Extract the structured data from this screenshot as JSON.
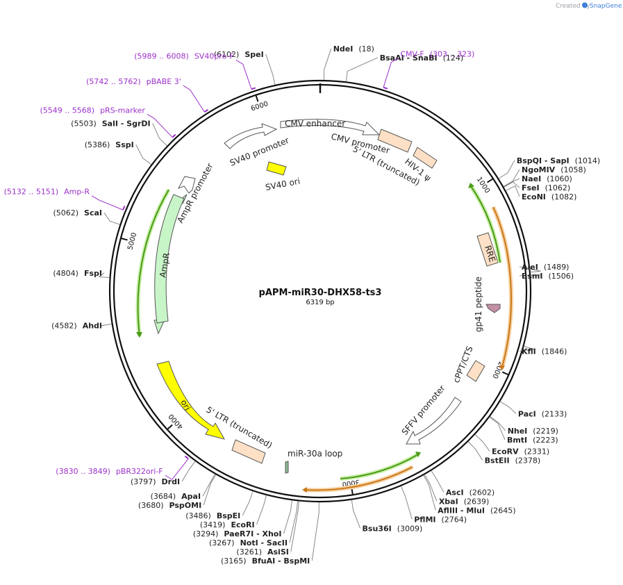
{
  "credit": {
    "created_by": "Created by",
    "brand": "SnapGene"
  },
  "plasmid": {
    "name": "pAPM-miR30-DHX58-ts3",
    "length_label": "6319 bp",
    "length": 6319
  },
  "ticks": [
    {
      "pos": 1000,
      "label": "1000"
    },
    {
      "pos": 2000,
      "label": "2000"
    },
    {
      "pos": 3000,
      "label": "3000"
    },
    {
      "pos": 4000,
      "label": "4000"
    },
    {
      "pos": 5000,
      "label": "5000"
    },
    {
      "pos": 6000,
      "label": "6000"
    }
  ],
  "enzymes": [
    {
      "pos": 18,
      "names": "NdeI",
      "coord": "(18)"
    },
    {
      "pos": 124,
      "names": "BsaAI - SnaBI",
      "coord": "(124)"
    },
    {
      "pos": 1014,
      "names": "BspQI - SapI",
      "coord": "(1014)"
    },
    {
      "pos": 1058,
      "names": "NgoMIV",
      "coord": "(1058)"
    },
    {
      "pos": 1060,
      "names": "NaeI",
      "coord": "(1060)"
    },
    {
      "pos": 1062,
      "names": "FseI",
      "coord": "(1062)"
    },
    {
      "pos": 1082,
      "names": "EcoNI",
      "coord": "(1082)"
    },
    {
      "pos": 1489,
      "names": "AleI",
      "coord": "(1489)"
    },
    {
      "pos": 1506,
      "names": "BsmI",
      "coord": "(1506)"
    },
    {
      "pos": 1846,
      "names": "KflI",
      "coord": "(1846)"
    },
    {
      "pos": 2133,
      "names": "PacI",
      "coord": "(2133)"
    },
    {
      "pos": 2219,
      "names": "NheI",
      "coord": "(2219)"
    },
    {
      "pos": 2223,
      "names": "BmtI",
      "coord": "(2223)"
    },
    {
      "pos": 2331,
      "names": "EcoRV",
      "coord": "(2331)"
    },
    {
      "pos": 2378,
      "names": "BstEII",
      "coord": "(2378)"
    },
    {
      "pos": 2602,
      "names": "AscI",
      "coord": "(2602)"
    },
    {
      "pos": 2639,
      "names": "XbaI",
      "coord": "(2639)"
    },
    {
      "pos": 2645,
      "names": "AflIII - MluI",
      "coord": "(2645)"
    },
    {
      "pos": 2764,
      "names": "PflMI",
      "coord": "(2764)"
    },
    {
      "pos": 3009,
      "names": "Bsu36I",
      "coord": "(3009)"
    },
    {
      "pos": 3165,
      "names": "BfuAI - BspMI",
      "coord": "(3165)"
    },
    {
      "pos": 3261,
      "names": "AsiSI",
      "coord": "(3261)"
    },
    {
      "pos": 3267,
      "names": "NotI - SacII",
      "coord": "(3267)"
    },
    {
      "pos": 3294,
      "names": "PaeR7I - XhoI",
      "coord": "(3294)"
    },
    {
      "pos": 3419,
      "names": "EcoRI",
      "coord": "(3419)"
    },
    {
      "pos": 3486,
      "names": "BspEI",
      "coord": "(3486)"
    },
    {
      "pos": 3680,
      "names": "PspOMI",
      "coord": "(3680)"
    },
    {
      "pos": 3684,
      "names": "ApaI",
      "coord": "(3684)"
    },
    {
      "pos": 3797,
      "names": "DrdI",
      "coord": "(3797)"
    },
    {
      "pos": 4582,
      "names": "AhdI",
      "coord": "(4582)"
    },
    {
      "pos": 4804,
      "names": "FspI",
      "coord": "(4804)"
    },
    {
      "pos": 5062,
      "names": "ScaI",
      "coord": "(5062)"
    },
    {
      "pos": 5386,
      "names": "SspI",
      "coord": "(5386)"
    },
    {
      "pos": 5503,
      "names": "SalI - SgrDI",
      "coord": "(5503)"
    },
    {
      "pos": 6102,
      "names": "SpeI",
      "coord": "(6102)"
    }
  ],
  "primers": [
    {
      "start": 303,
      "name": "CMV-F",
      "range": "(303 .. 323)"
    },
    {
      "start": 3830,
      "name": "pBR322ori-F",
      "range": "(3830 .. 3849)"
    },
    {
      "start": 5132,
      "name": "Amp-R",
      "range": "(5132 .. 5151)"
    },
    {
      "start": 5549,
      "name": "pRS-marker",
      "range": "(5549 .. 5568)"
    },
    {
      "start": 5742,
      "name": "pBABE 3'",
      "range": "(5742 .. 5762)"
    },
    {
      "start": 5989,
      "name": "SV40pro-F",
      "range": "(5989 .. 6008)"
    }
  ],
  "features": {
    "cmv_enhancer": "CMV enhancer",
    "cmv_promoter": "CMV promoter",
    "ltr5_trunc_top": "5' LTR (truncated)",
    "hiv_psi": "HIV-1 ψ",
    "sv40_promoter": "SV40 promoter",
    "sv40_ori": "SV40 ori",
    "ampr_promoter": "AmpR promoter",
    "ampr": "AmpR",
    "rre": "RRE",
    "gp41": "gp41 peptide",
    "cppt": "cPPT/CTS",
    "sffv": "SFFV promoter",
    "mir30": "miR-30a loop",
    "ori": "ori",
    "ltr5_trunc_bottom": "5' LTR (truncated)"
  },
  "colors": {
    "backbone": "#111111",
    "primer": "#9b30c8",
    "ampr_fill": "#c8f5c8",
    "ori_fill": "#ffff00",
    "ltr_fill": "#fde0c5",
    "gp41_fill": "#c58fa6",
    "mir_fill": "#8fb995",
    "orf_green": "#4c9a18",
    "orf_orange": "#c9781b"
  }
}
